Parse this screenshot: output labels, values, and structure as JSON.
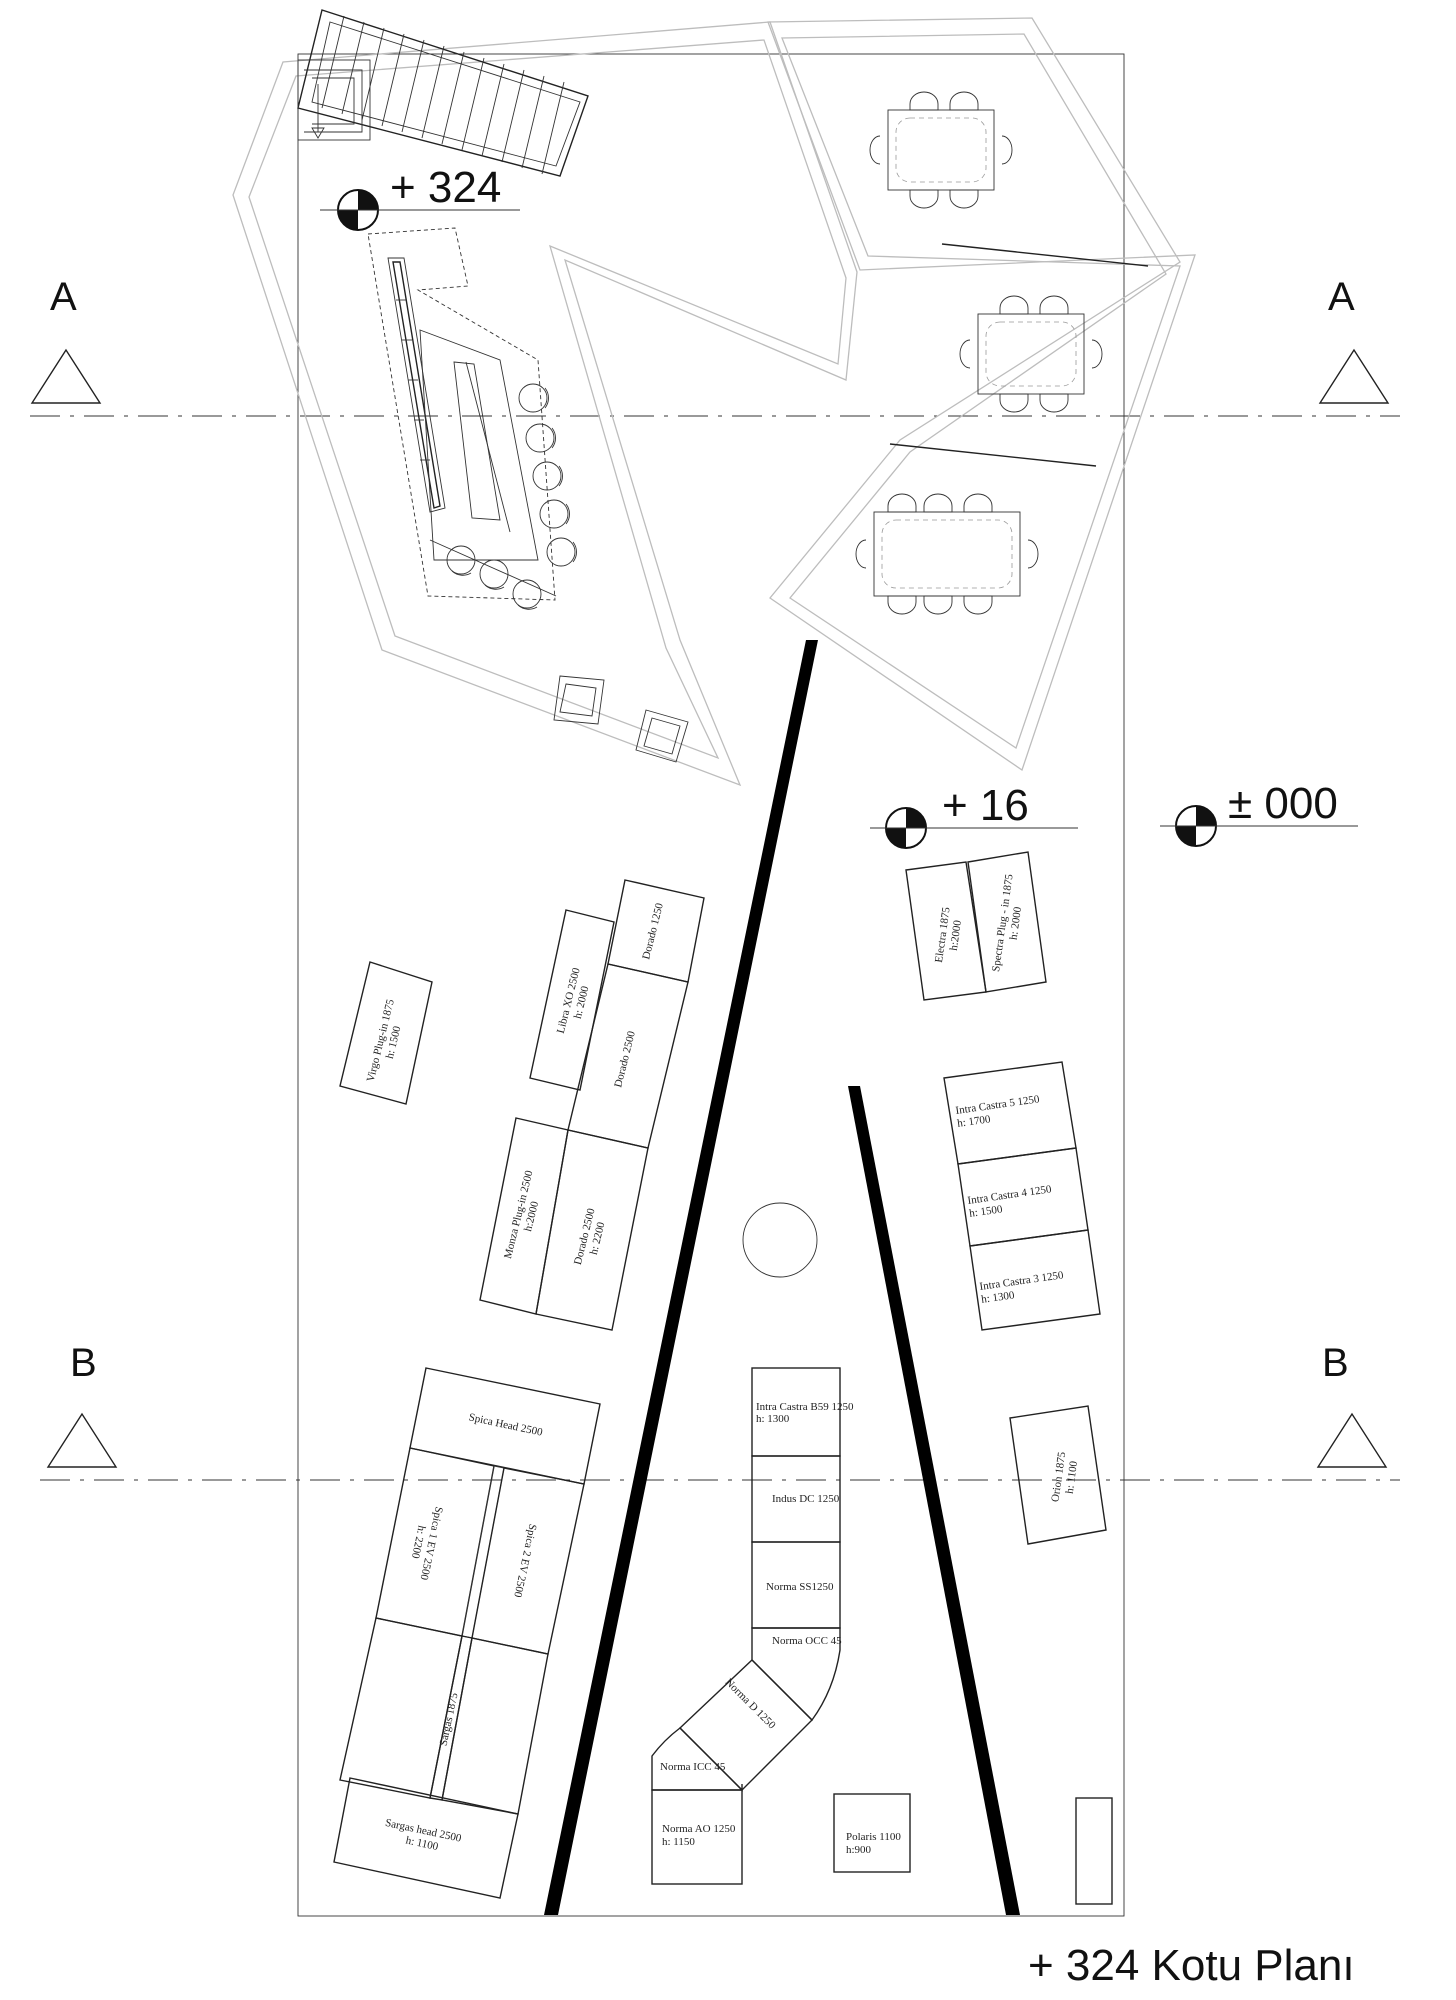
{
  "section_markers": {
    "a_left": "A",
    "a_right": "A",
    "b_left": "B",
    "b_right": "B"
  },
  "levels": {
    "upper": "+ 324",
    "mid": "+ 16",
    "ground": "± 000"
  },
  "title": "+ 324 Kotu Planı",
  "products": {
    "virgo": {
      "name": "Virgo Plug-in 1875",
      "h": "h: 1500"
    },
    "libra": {
      "name": "Libra XO 2500",
      "h": "h: 2000"
    },
    "dorado_top": {
      "name": "Dorado 1250"
    },
    "dorado_mid": {
      "name": "Dorado 2500"
    },
    "monza": {
      "name": "Monza Plug-in 2500",
      "h": "h:2000"
    },
    "dorado_low": {
      "name": "Dorado 2500",
      "h": "h: 2200"
    },
    "electra": {
      "name": "Electra 1875",
      "h": "h:2000"
    },
    "spectra": {
      "name": "Spectra Plug - in 1875",
      "h": "h: 2000"
    },
    "ic5": {
      "name": "Intra Castra 5 1250",
      "h": "h: 1700"
    },
    "ic4": {
      "name": "Intra Castra 4 1250",
      "h": "h: 1500"
    },
    "ic3": {
      "name": "Intra Castra 3 1250",
      "h": "h: 1300"
    },
    "spica_head": {
      "name": "Spica Head 2500"
    },
    "spica1": {
      "name": "Spica 1 EV 2500",
      "h": "h: 2200"
    },
    "spica2": {
      "name": "Spica 2 EV 2500"
    },
    "sargas": {
      "name": "Sargas 1875"
    },
    "sargas_head": {
      "name": "Sargas head 2500",
      "h": "h: 1100"
    },
    "icb59": {
      "name": "Intra Castra B59 1250",
      "h": "h: 1300"
    },
    "indus": {
      "name": "Indus DC 1250"
    },
    "norma_ss": {
      "name": "Norma SS1250"
    },
    "norma_occ": {
      "name": "Norma OCC 45"
    },
    "norma_d": {
      "name": "Norma D 1250"
    },
    "norma_icc": {
      "name": "Norma ICC 45"
    },
    "norma_ao": {
      "name": "Norma AO 1250",
      "h": "h: 1150"
    },
    "polaris": {
      "name": "Polaris 1100",
      "h": "h:900"
    },
    "orion": {
      "name": "Orion 1875",
      "h": "h: 1100"
    }
  },
  "colors": {
    "line": "#222222",
    "wall": "#bdbdbd",
    "fill": "#000000"
  }
}
